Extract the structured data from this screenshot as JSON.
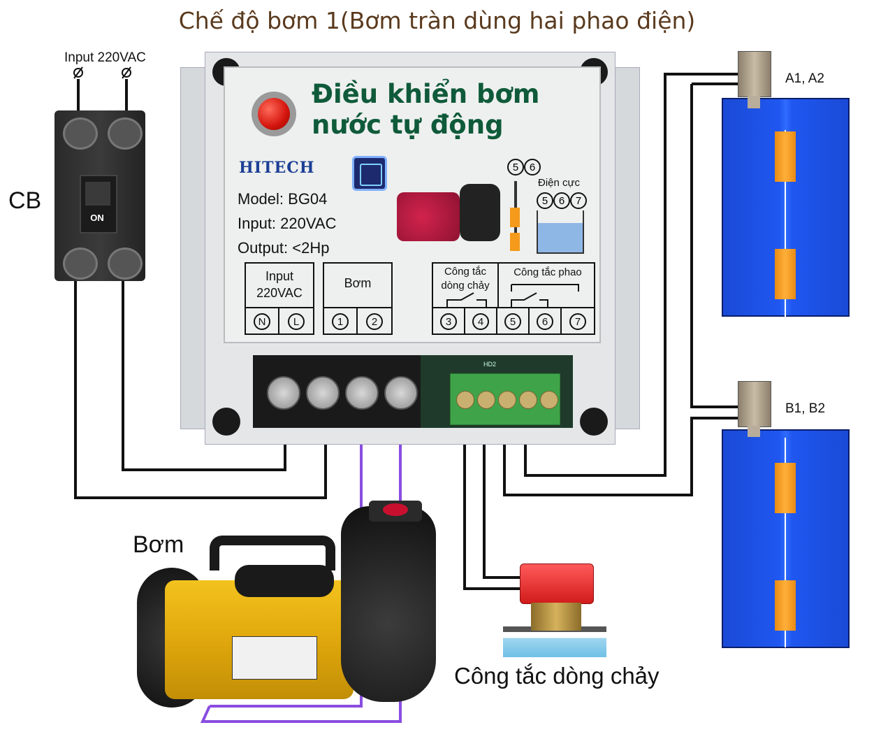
{
  "diagram": {
    "title": "Chế độ bơm 1(Bơm tràn dùng hai phao điện)",
    "input_label": "Input 220VAC",
    "cb_label": "CB",
    "cb_switch_text": "ON",
    "pump_label": "Bơm",
    "flow_switch_label": "Công tắc dòng chảy",
    "float_top_label": "A1, A2",
    "float_bottom_label": "B1, B2"
  },
  "controller": {
    "title_line1": "Điều khiển bơm",
    "title_line2": "nước tự động",
    "brand": "HITECH",
    "model": "Model:  BG04",
    "input": "Input: 220VAC",
    "output": "Output: <2Hp",
    "electrode_label": "Điện cực",
    "icon_num_5": "5",
    "icon_num_6": "6",
    "icon_num_7": "7",
    "blocks": {
      "input_line1": "Input",
      "input_line2": "220VAC",
      "pump": "Bơm",
      "flow_line1": "Công tắc",
      "flow_line2": "dòng chảy",
      "float": "Công tắc phao"
    },
    "terminals": {
      "n": "N",
      "l": "L",
      "t1": "1",
      "t2": "2",
      "t3": "3",
      "t4": "4",
      "t5": "5",
      "t6": "6",
      "t7": "7"
    },
    "board_label": "HD2"
  },
  "colors": {
    "title": "#5a3a1e",
    "panel_title": "#0f5a3a",
    "brand": "#1c3f95",
    "tank": "#1f57f0",
    "wire": "#111111",
    "pump_wire": "#8a4de0",
    "float": "#f59a1a"
  }
}
